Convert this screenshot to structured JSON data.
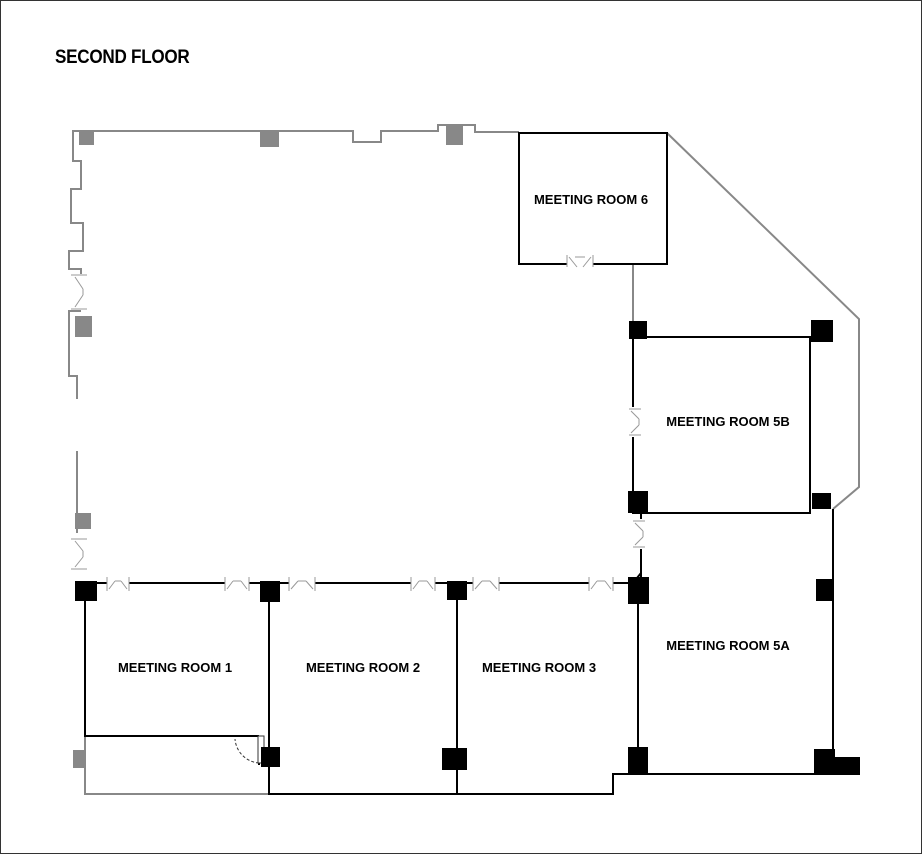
{
  "floor": {
    "title": "SECOND FLOOR"
  },
  "rooms": {
    "r6": "MEETING ROOM 6",
    "r5b": "MEETING ROOM 5B",
    "r5a": "MEETING ROOM 5A",
    "r1": "MEETING ROOM 1",
    "r2": "MEETING ROOM 2",
    "r3": "MEETING ROOM 3"
  },
  "colors": {
    "wall_outer": "#888888",
    "wall_room": "#000000",
    "column_room": "#000000",
    "column_exterior": "#888888",
    "door": "#999999"
  }
}
